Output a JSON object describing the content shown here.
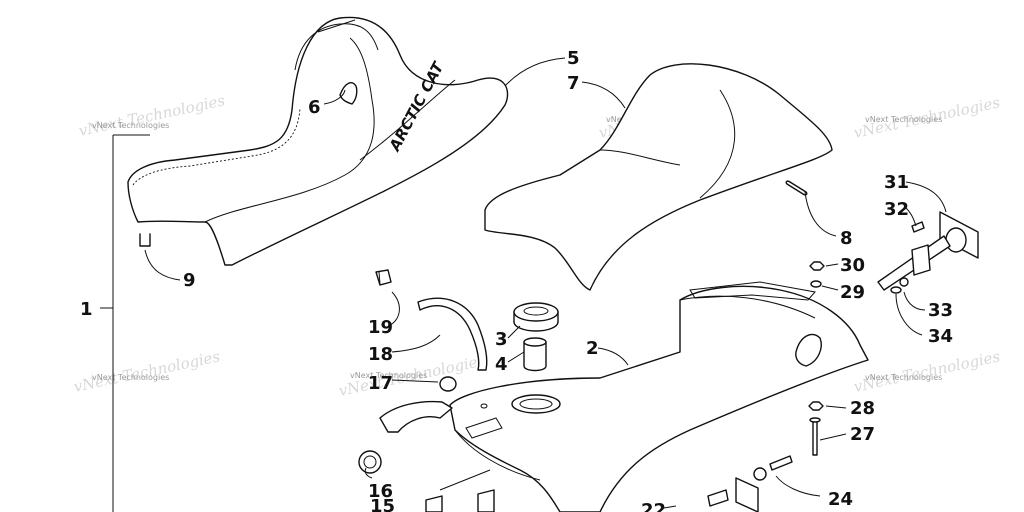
{
  "brand": "ARCTIC CAT",
  "watermark": {
    "text": "vNext Technologies"
  },
  "callouts": {
    "c1": "1",
    "c2": "2",
    "c3": "3",
    "c4": "4",
    "c5": "5",
    "c6": "6",
    "c7": "7",
    "c8": "8",
    "c9": "9",
    "c15": "15",
    "c16": "16",
    "c17": "17",
    "c18": "18",
    "c19": "19",
    "c22": "22",
    "c24": "24",
    "c27": "27",
    "c28": "28",
    "c29": "29",
    "c30": "30",
    "c31": "31",
    "c32": "32",
    "c33": "33",
    "c34": "34"
  }
}
